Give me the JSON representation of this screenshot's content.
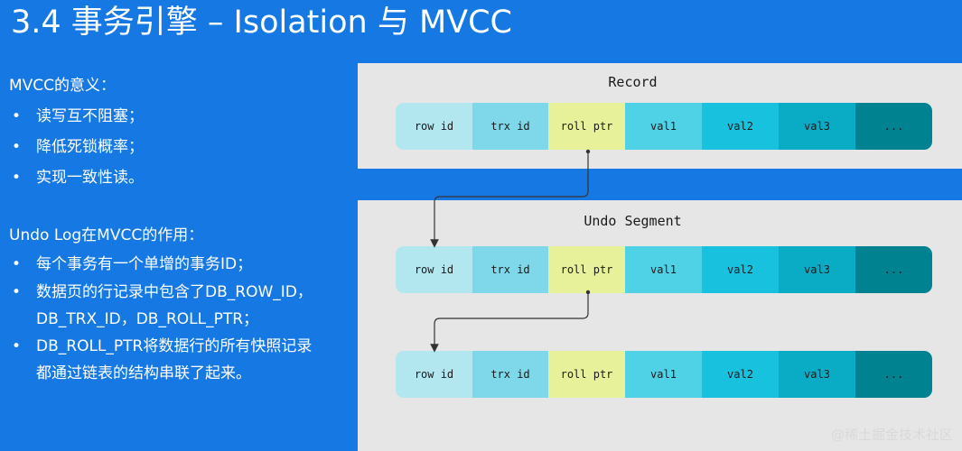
{
  "title": "3.4 事务引擎 – Isolation 与 MVCC",
  "mvcc_meaning": {
    "heading": "MVCC的意义：",
    "items": [
      "读写互不阻塞；",
      "降低死锁概率；",
      "实现一致性读。"
    ]
  },
  "undo_log": {
    "heading": "Undo Log在MVCC的作用：",
    "items": [
      "每个事务有一个单增的事务ID；",
      "数据页的行记录中包含了DB_ROW_ID，DB_TRX_ID，DB_ROLL_PTR；",
      "DB_ROLL_PTR将数据行的所有快照记录都通过链表的结构串联了起来。"
    ]
  },
  "diagram": {
    "record_label": "Record",
    "undo_label": "Undo Segment",
    "fields": [
      "row id",
      "trx id",
      "roll ptr",
      "val1",
      "val2",
      "val3",
      "..."
    ]
  },
  "colors": {
    "background": "#1679e3",
    "panel": "#e6e6e6",
    "row_id": "#b3e7f0",
    "trx_id": "#7fd8e9",
    "roll_ptr": "#e7f19a",
    "val1": "#4fd1e6",
    "val2": "#18c1dd",
    "val3": "#0aabc4",
    "more": "#008290"
  },
  "watermark": "@稀土掘金技术社区"
}
